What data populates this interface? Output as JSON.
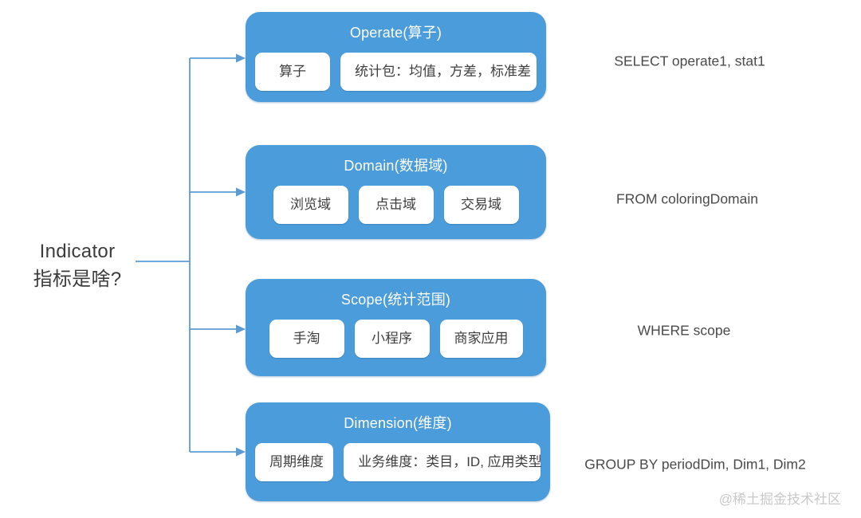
{
  "colors": {
    "box_blue": "#4b9cdb",
    "line_blue": "#5b9bd5",
    "chip_text": "#3e3e3e",
    "annotation_gray": "#4a4a4a",
    "watermark_gray": "#c9c9c9"
  },
  "root_label": {
    "line1": "Indicator",
    "line2": "指标是啥?"
  },
  "groups": [
    {
      "id": "operate",
      "title": "Operate(算子)",
      "items": [
        "算子",
        "统计包：均值，方差，标准差"
      ],
      "annotation": "SELECT operate1, stat1"
    },
    {
      "id": "domain",
      "title": "Domain(数据域)",
      "items": [
        "浏览域",
        "点击域",
        "交易域"
      ],
      "annotation": "FROM coloringDomain"
    },
    {
      "id": "scope",
      "title": "Scope(统计范围)",
      "items": [
        "手淘",
        "小程序",
        "商家应用"
      ],
      "annotation": "WHERE scope"
    },
    {
      "id": "dimension",
      "title": "Dimension(维度)",
      "items": [
        "周期维度",
        "业务维度：类目，ID, 应用类型"
      ],
      "annotation": "GROUP BY periodDim, Dim1, Dim2"
    }
  ],
  "watermark": "@稀土掘金技术社区"
}
